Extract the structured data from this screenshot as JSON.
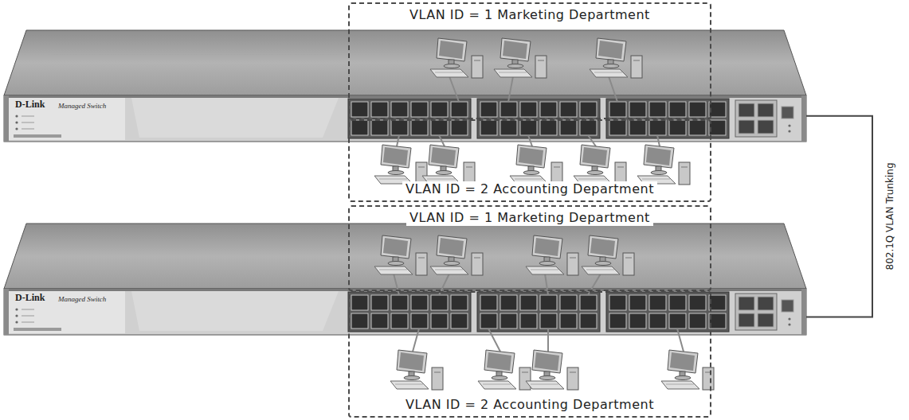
{
  "diagram": {
    "nodes": [
      {
        "text": [
          "VLAN ID = 1 Marketing Department"
        ]
      },
      {
        "text": [
          "D-Link",
          "Managed Switch"
        ]
      },
      {
        "text": [
          "VLAN ID = 2 Accounting Department"
        ]
      },
      {
        "text": [
          "VLAN ID = 1 Marketing Department"
        ]
      },
      {
        "text": [
          "D-Link",
          "Managed Switch"
        ]
      },
      {
        "text": [
          "VLAN ID = 2 Accounting Department"
        ]
      }
    ],
    "edges": [
      {
        "from": 1,
        "to": 4,
        "arrow": "none",
        "label": "802.1Q VLAN Trunking"
      }
    ]
  }
}
